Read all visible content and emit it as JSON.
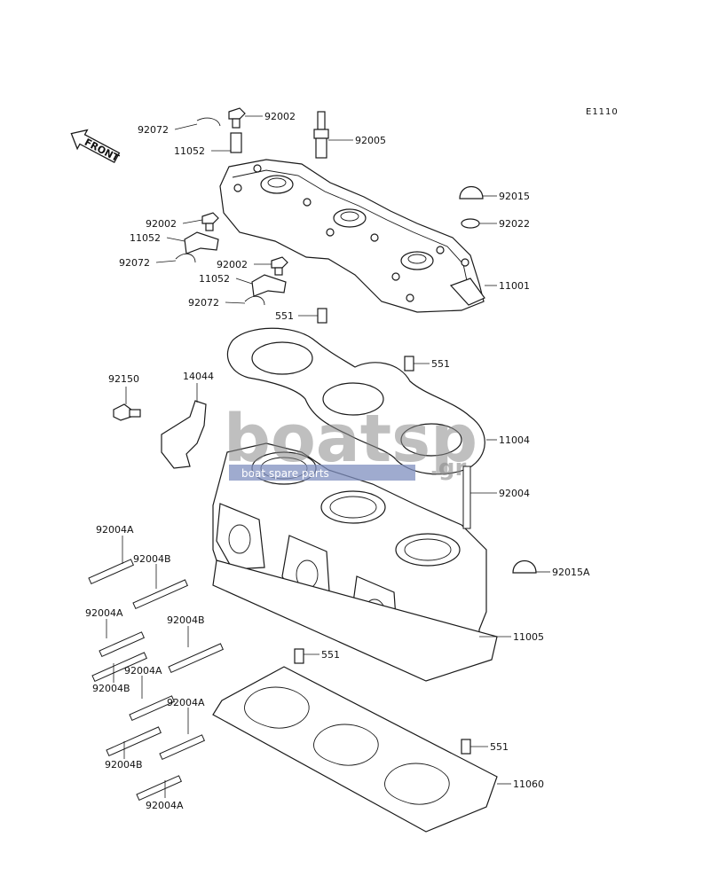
{
  "diagram": {
    "reference_code": "E1110",
    "direction_label": "FRONT",
    "watermark": {
      "brand": "boatsp",
      "tagline": "boat spare parts",
      "suffix": ".gr"
    },
    "callouts": [
      {
        "id": "c01",
        "label": "92072"
      },
      {
        "id": "c02",
        "label": "92002"
      },
      {
        "id": "c03",
        "label": "11052"
      },
      {
        "id": "c04",
        "label": "92005"
      },
      {
        "id": "c05",
        "label": "92015"
      },
      {
        "id": "c06",
        "label": "92022"
      },
      {
        "id": "c07",
        "label": "92002"
      },
      {
        "id": "c08",
        "label": "11052"
      },
      {
        "id": "c09",
        "label": "92072"
      },
      {
        "id": "c10",
        "label": "92002"
      },
      {
        "id": "c11",
        "label": "11052"
      },
      {
        "id": "c12",
        "label": "92072"
      },
      {
        "id": "c13",
        "label": "11001"
      },
      {
        "id": "c14",
        "label": "551"
      },
      {
        "id": "c15",
        "label": "551"
      },
      {
        "id": "c16",
        "label": "92150"
      },
      {
        "id": "c17",
        "label": "14044"
      },
      {
        "id": "c18",
        "label": "11004"
      },
      {
        "id": "c19",
        "label": "92004"
      },
      {
        "id": "c20",
        "label": "92004A"
      },
      {
        "id": "c21",
        "label": "92004B"
      },
      {
        "id": "c22",
        "label": "92015A"
      },
      {
        "id": "c23",
        "label": "92004A"
      },
      {
        "id": "c24",
        "label": "92004B"
      },
      {
        "id": "c25",
        "label": "11005"
      },
      {
        "id": "c26",
        "label": "92004B"
      },
      {
        "id": "c27",
        "label": "92004A"
      },
      {
        "id": "c28",
        "label": "551"
      },
      {
        "id": "c29",
        "label": "92004A"
      },
      {
        "id": "c30",
        "label": "551"
      },
      {
        "id": "c31",
        "label": "92004B"
      },
      {
        "id": "c32",
        "label": "11060"
      },
      {
        "id": "c33",
        "label": "92004A"
      }
    ]
  }
}
